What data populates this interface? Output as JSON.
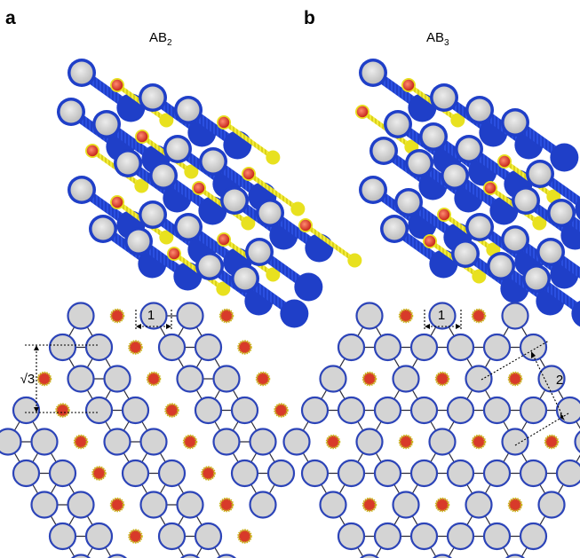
{
  "panels": [
    {
      "letter": "a",
      "title": "AB",
      "title_sub": "2",
      "spacing_label_1": "1",
      "spacing_label_2": "√3"
    },
    {
      "letter": "b",
      "title": "AB",
      "title_sub": "3",
      "spacing_label_1": "1",
      "spacing_label_2": "2"
    }
  ],
  "colors": {
    "large_rod_body": "#1f3fc8",
    "large_rod_face": "#d6d6d6",
    "small_rod_body": "#e8e11f",
    "small_rod_core": "#e0422a",
    "lattice_line": "#2b2b3a",
    "large_particle_ring": "#2c44b8",
    "large_particle_fill": "#d4d4d4",
    "small_particle_fill": "#d83a2a",
    "small_particle_ring": "#c9b51a"
  }
}
